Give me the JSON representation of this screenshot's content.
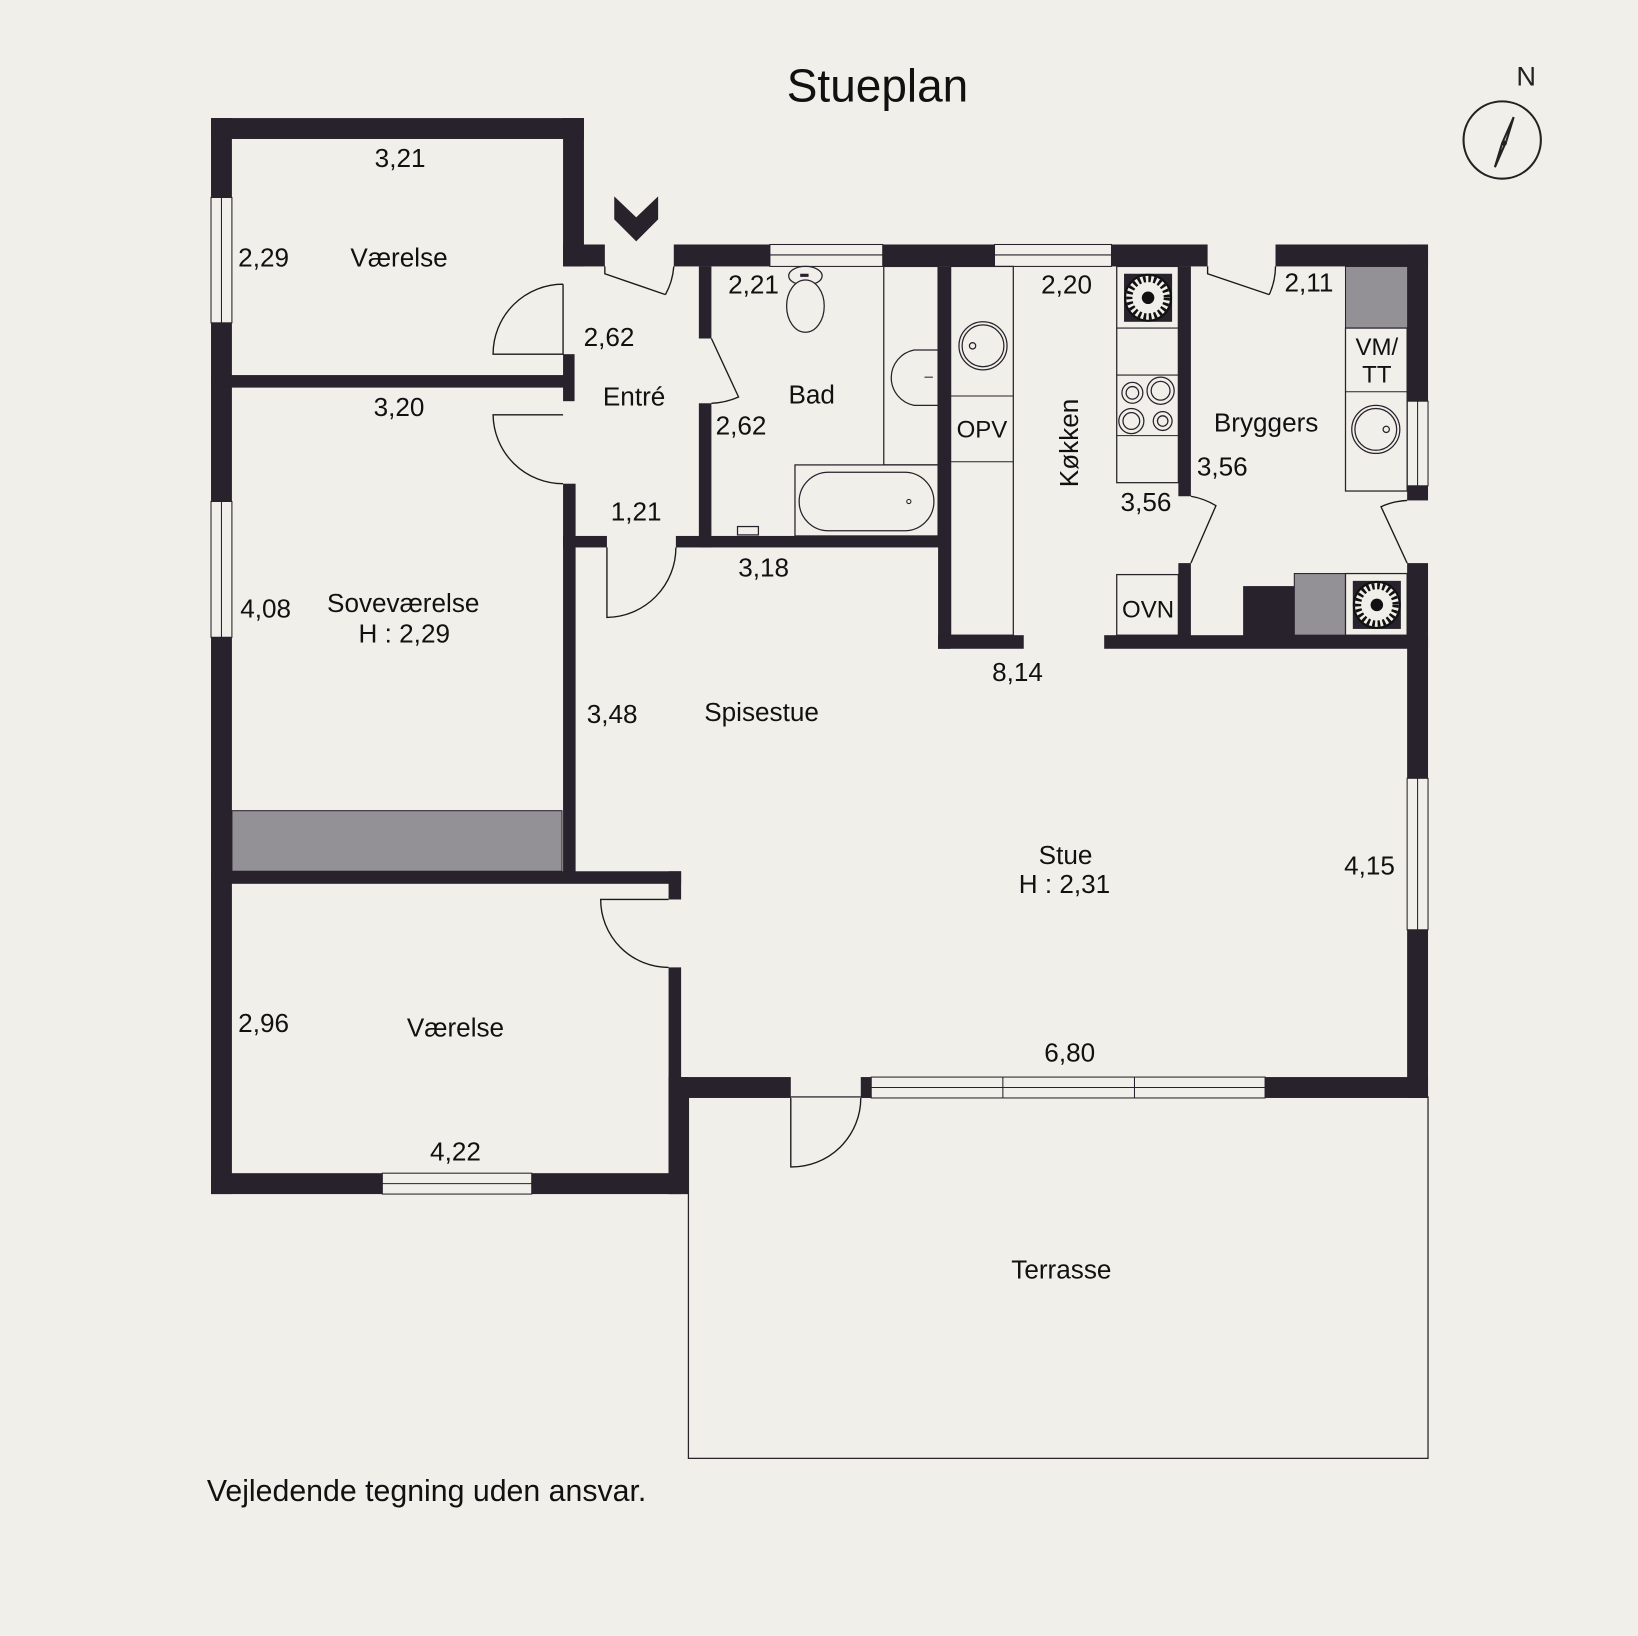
{
  "title": "Stueplan",
  "footer": "Vejledende tegning uden ansvar.",
  "compass": {
    "label": "N"
  },
  "colors": {
    "background": "#f0efe9",
    "wall": "#27222b",
    "closet": "#939196"
  },
  "rooms": {
    "vaerelse_top": {
      "name": "Værelse",
      "width": "3,21",
      "depth": "2,29"
    },
    "entre": {
      "name": "Entré",
      "dim_a": "2,62",
      "dim_b": "1,21"
    },
    "bad": {
      "name": "Bad",
      "width": "2,21",
      "depth": "2,62",
      "bottom": "3,18"
    },
    "kokken": {
      "name": "Køkken",
      "width": "2,20",
      "depth": "3,56",
      "opv": "OPV",
      "ovn": "OVN"
    },
    "bryggers": {
      "name": "Bryggers",
      "width": "2,11",
      "depth": "3,56",
      "vmtt_line1": "VM/",
      "vmtt_line2": "TT"
    },
    "sovevaerelse": {
      "name": "Soveværelse",
      "height": "H : 2,29",
      "width": "3,20",
      "depth": "4,08"
    },
    "spisestue": {
      "name": "Spisestue",
      "depth": "3,48"
    },
    "stue": {
      "name": "Stue",
      "height": "H : 2,31",
      "width_top": "8,14",
      "depth": "4,15",
      "width_bottom": "6,80"
    },
    "vaerelse_bottom": {
      "name": "Værelse",
      "width": "4,22",
      "depth": "2,96"
    },
    "terrasse": {
      "name": "Terrasse"
    }
  }
}
